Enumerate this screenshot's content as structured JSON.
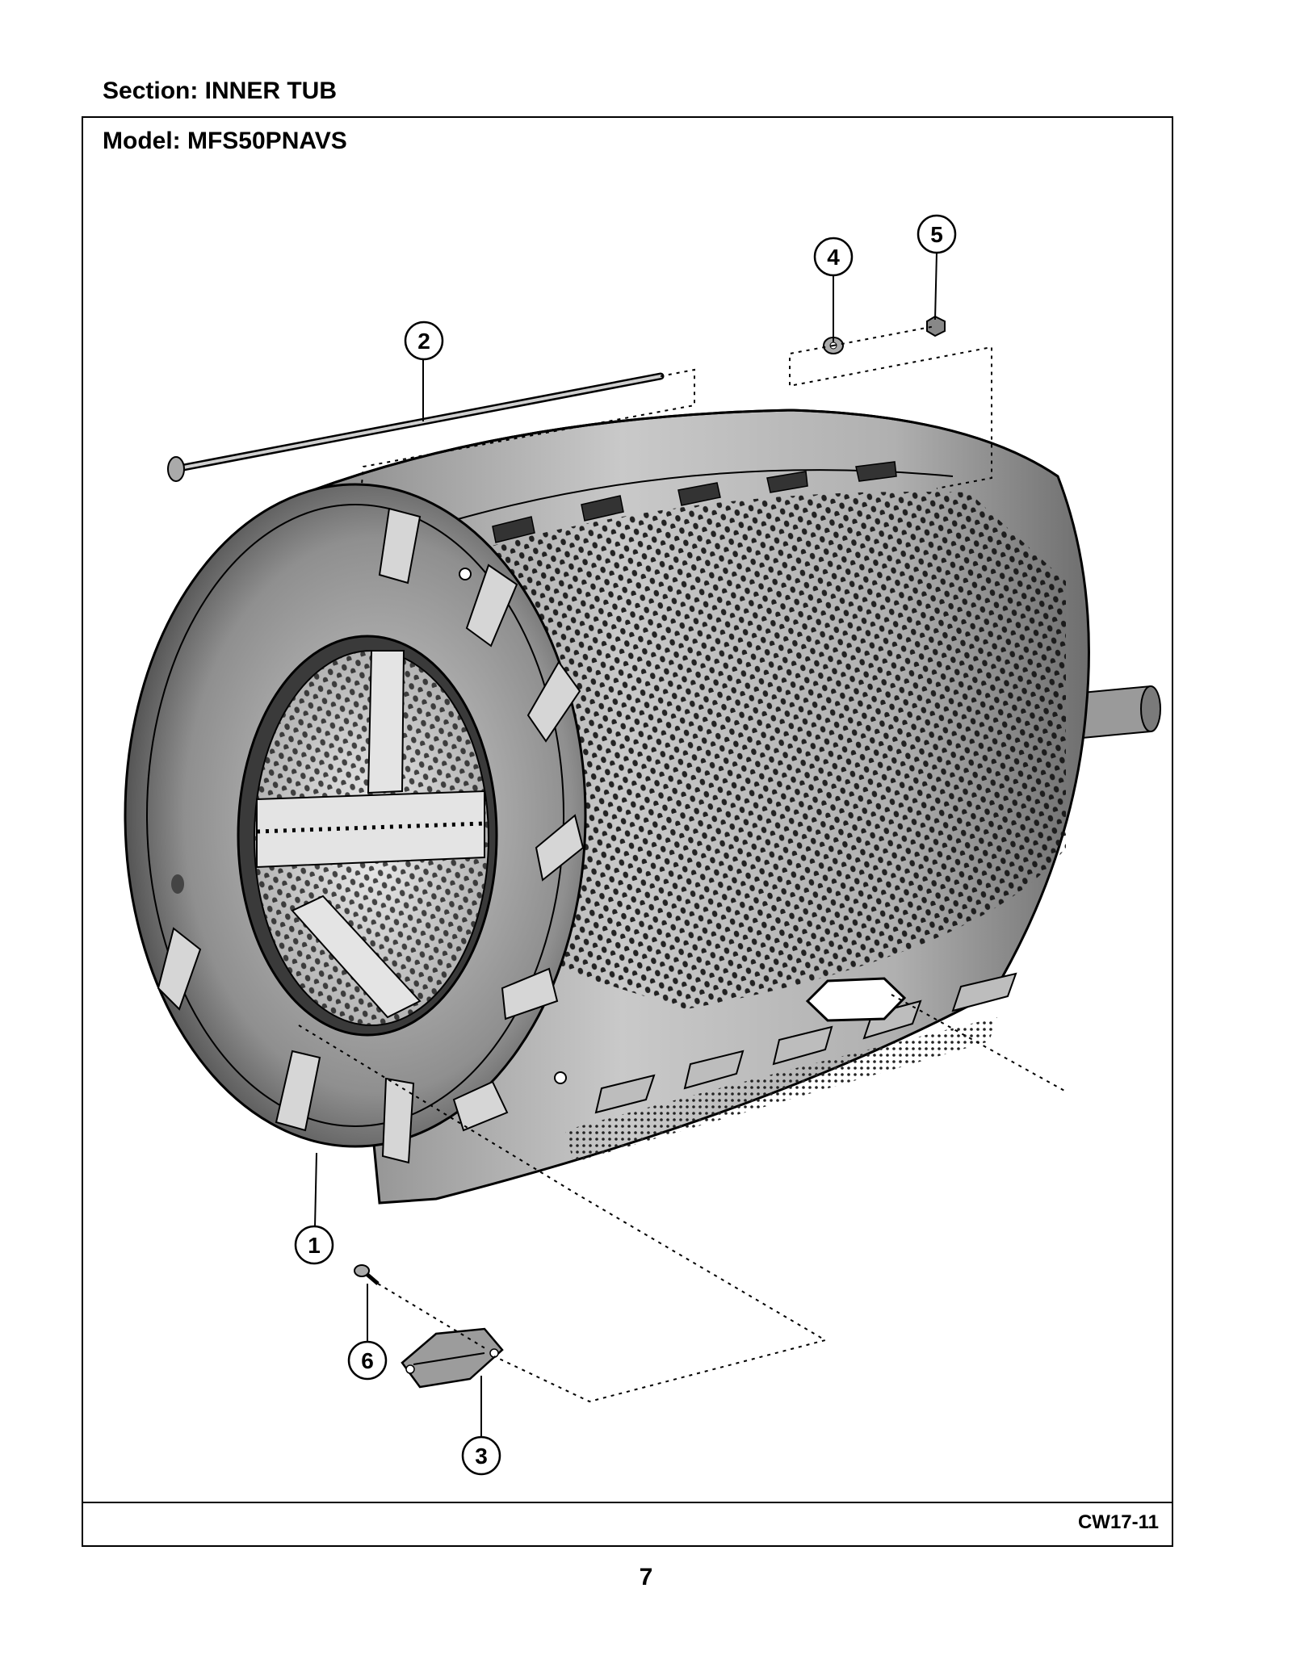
{
  "header": {
    "section": "Section:  INNER TUB",
    "model": "Model:  MFS50PNAVS"
  },
  "callouts": [
    "1",
    "2",
    "3",
    "4",
    "5",
    "6"
  ],
  "footer": {
    "code": "CW17-11",
    "page": "7"
  }
}
